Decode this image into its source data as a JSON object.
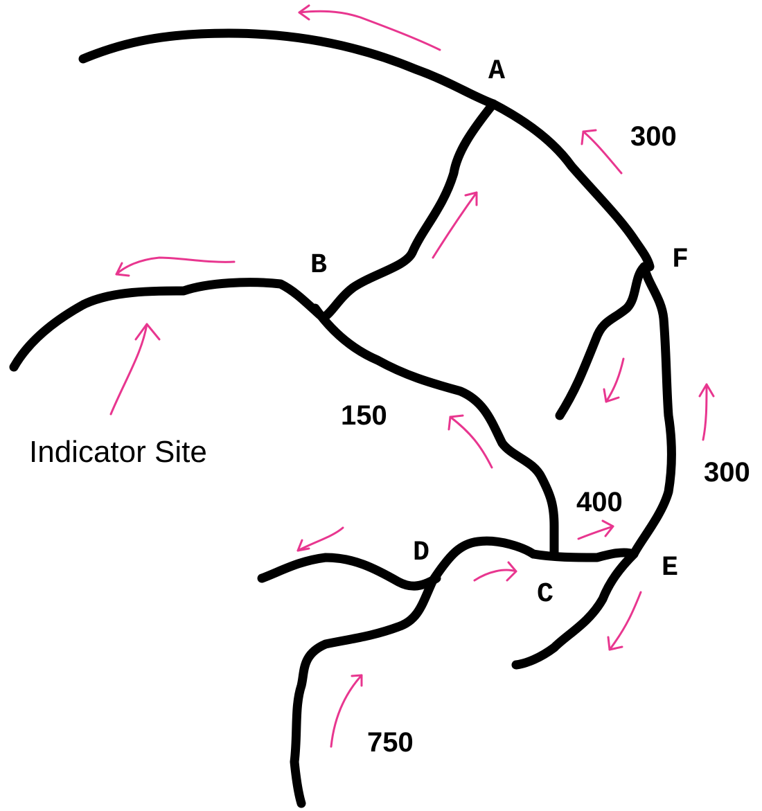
{
  "colors": {
    "vessel": "#000000",
    "flow_arrow": "#e8368f",
    "background": "#ffffff"
  },
  "nodes": {
    "a": "A",
    "b": "B",
    "c": "C",
    "d": "D",
    "e": "E",
    "f": "F"
  },
  "flow_values": {
    "upper_right": "300",
    "right": "300",
    "middle": "150",
    "c_to_e": "400",
    "inflow": "750"
  },
  "annotation": "Indicator Site"
}
